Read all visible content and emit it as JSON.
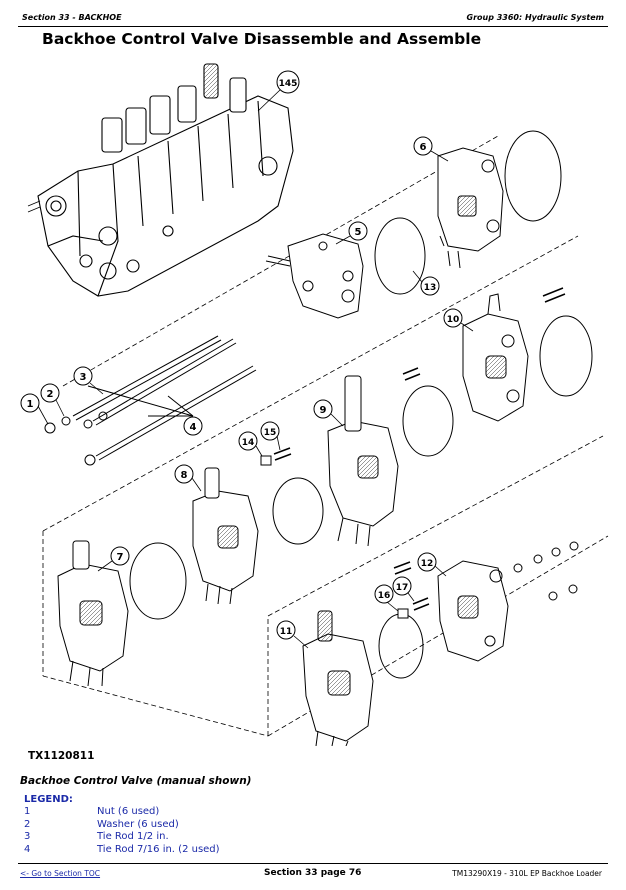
{
  "header": {
    "section": "Section 33 - BACKHOE",
    "group": "Group 3360: Hydraulic System"
  },
  "title": "Backhoe Control Valve Disassemble and Assemble",
  "figure": {
    "callouts": [
      "145",
      "6",
      "5",
      "13",
      "10",
      "1",
      "2",
      "3",
      "4",
      "9",
      "14",
      "15",
      "8",
      "7",
      "12",
      "17",
      "16",
      "11"
    ],
    "figure_number": "TX1120811"
  },
  "caption": "Backhoe Control Valve (manual shown)",
  "legend": {
    "title": "LEGEND:",
    "items": [
      {
        "num": "1",
        "text": "Nut (6 used)"
      },
      {
        "num": "2",
        "text": "Washer (6 used)"
      },
      {
        "num": "3",
        "text": "Tie Rod 1/2 in."
      },
      {
        "num": "4",
        "text": "Tie Rod 7/16 in. (2 used)"
      }
    ]
  },
  "footer": {
    "toc_link": "<- Go to Section TOC",
    "page": "Section 33 page 76",
    "doc": "TM13290X19 - 310L EP Backhoe Loader"
  }
}
